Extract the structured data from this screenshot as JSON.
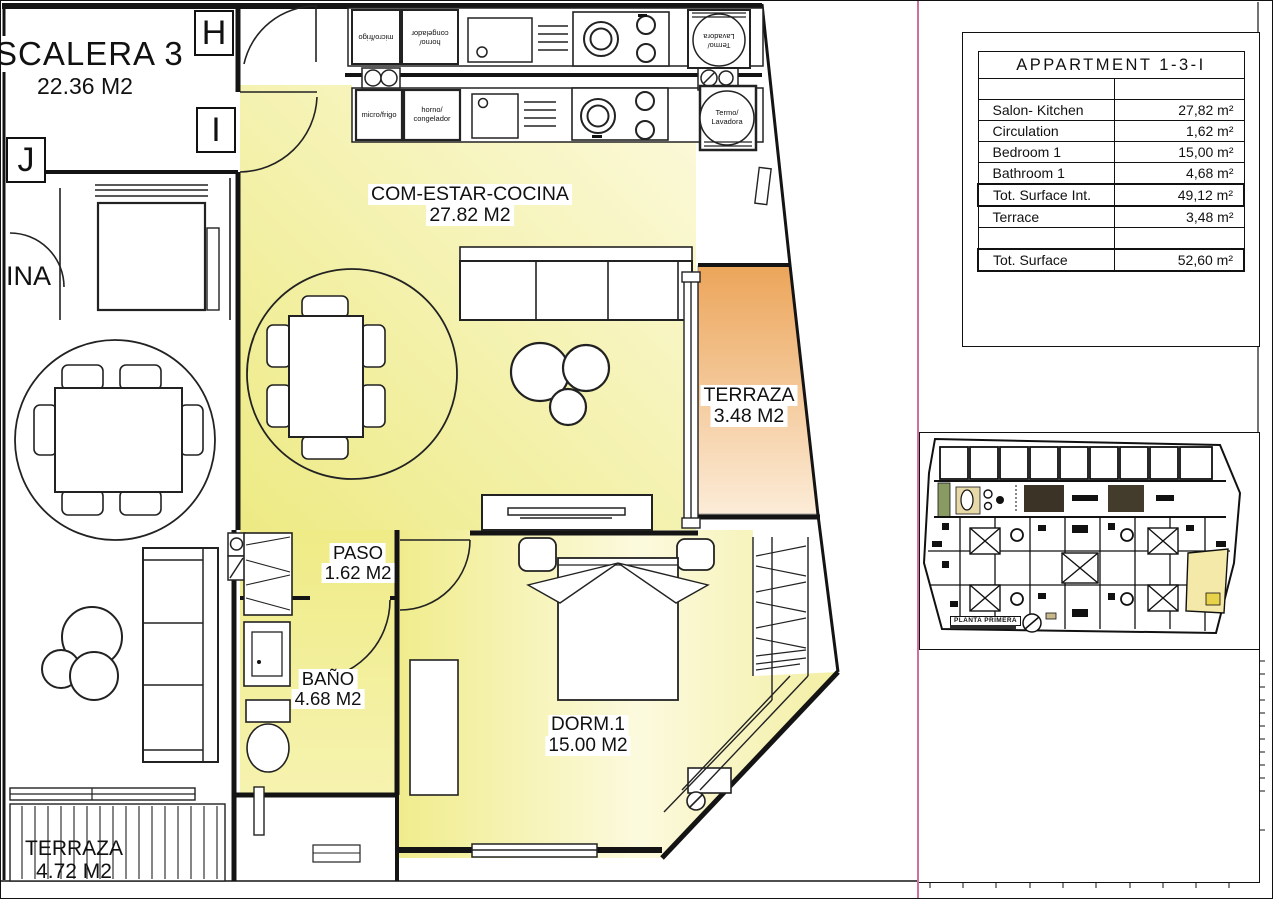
{
  "rooms": {
    "scalera": {
      "name": "SCALERA 3",
      "area": "22.36 M2"
    },
    "living": {
      "name": "COM-ESTAR-COCINA",
      "area": "27.82 M2"
    },
    "terraza": {
      "name": "TERRAZA",
      "area": "3.48 M2"
    },
    "paso": {
      "name": "PASO",
      "area": "1.62 M2"
    },
    "bano": {
      "name": "BAÑO",
      "area": "4.68 M2"
    },
    "dorm": {
      "name": "DORM.1",
      "area": "15.00 M2"
    },
    "terraza_lower": {
      "name": "TERRAZA",
      "area": "4.72 M2"
    },
    "neighbor_fragment": "INA"
  },
  "grid_letters": {
    "h": "H",
    "i": "I",
    "j": "J"
  },
  "appliances": {
    "micro_frigo": "micro/frigo",
    "horno": "horno/",
    "congelador": "congelador",
    "termo": "Termo/",
    "lavadora": "Lavadora"
  },
  "summary_table": {
    "title": "APPARTMENT 1-3-I",
    "rows": [
      {
        "label": "Salon- Kitchen",
        "value": "27,82 m²"
      },
      {
        "label": "Circulation",
        "value": "1,62 m²"
      },
      {
        "label": "Bedroom 1",
        "value": "15,00 m²"
      },
      {
        "label": "Bathroom 1",
        "value": "4,68 m²"
      },
      {
        "label": "Tot. Surface Int.",
        "value": "49,12 m²"
      },
      {
        "label": "Terrace",
        "value": "3,48 m²"
      },
      {
        "label": "",
        "value": ""
      },
      {
        "label": "Tot. Surface",
        "value": "52,60 m²"
      }
    ]
  },
  "keyplan": {
    "caption": "PLANTA PRIMERA"
  },
  "colors": {
    "room_yellow": "#f0ec8e",
    "terrace_orange": "#eda65c",
    "marker_pink": "#d16f9b"
  }
}
